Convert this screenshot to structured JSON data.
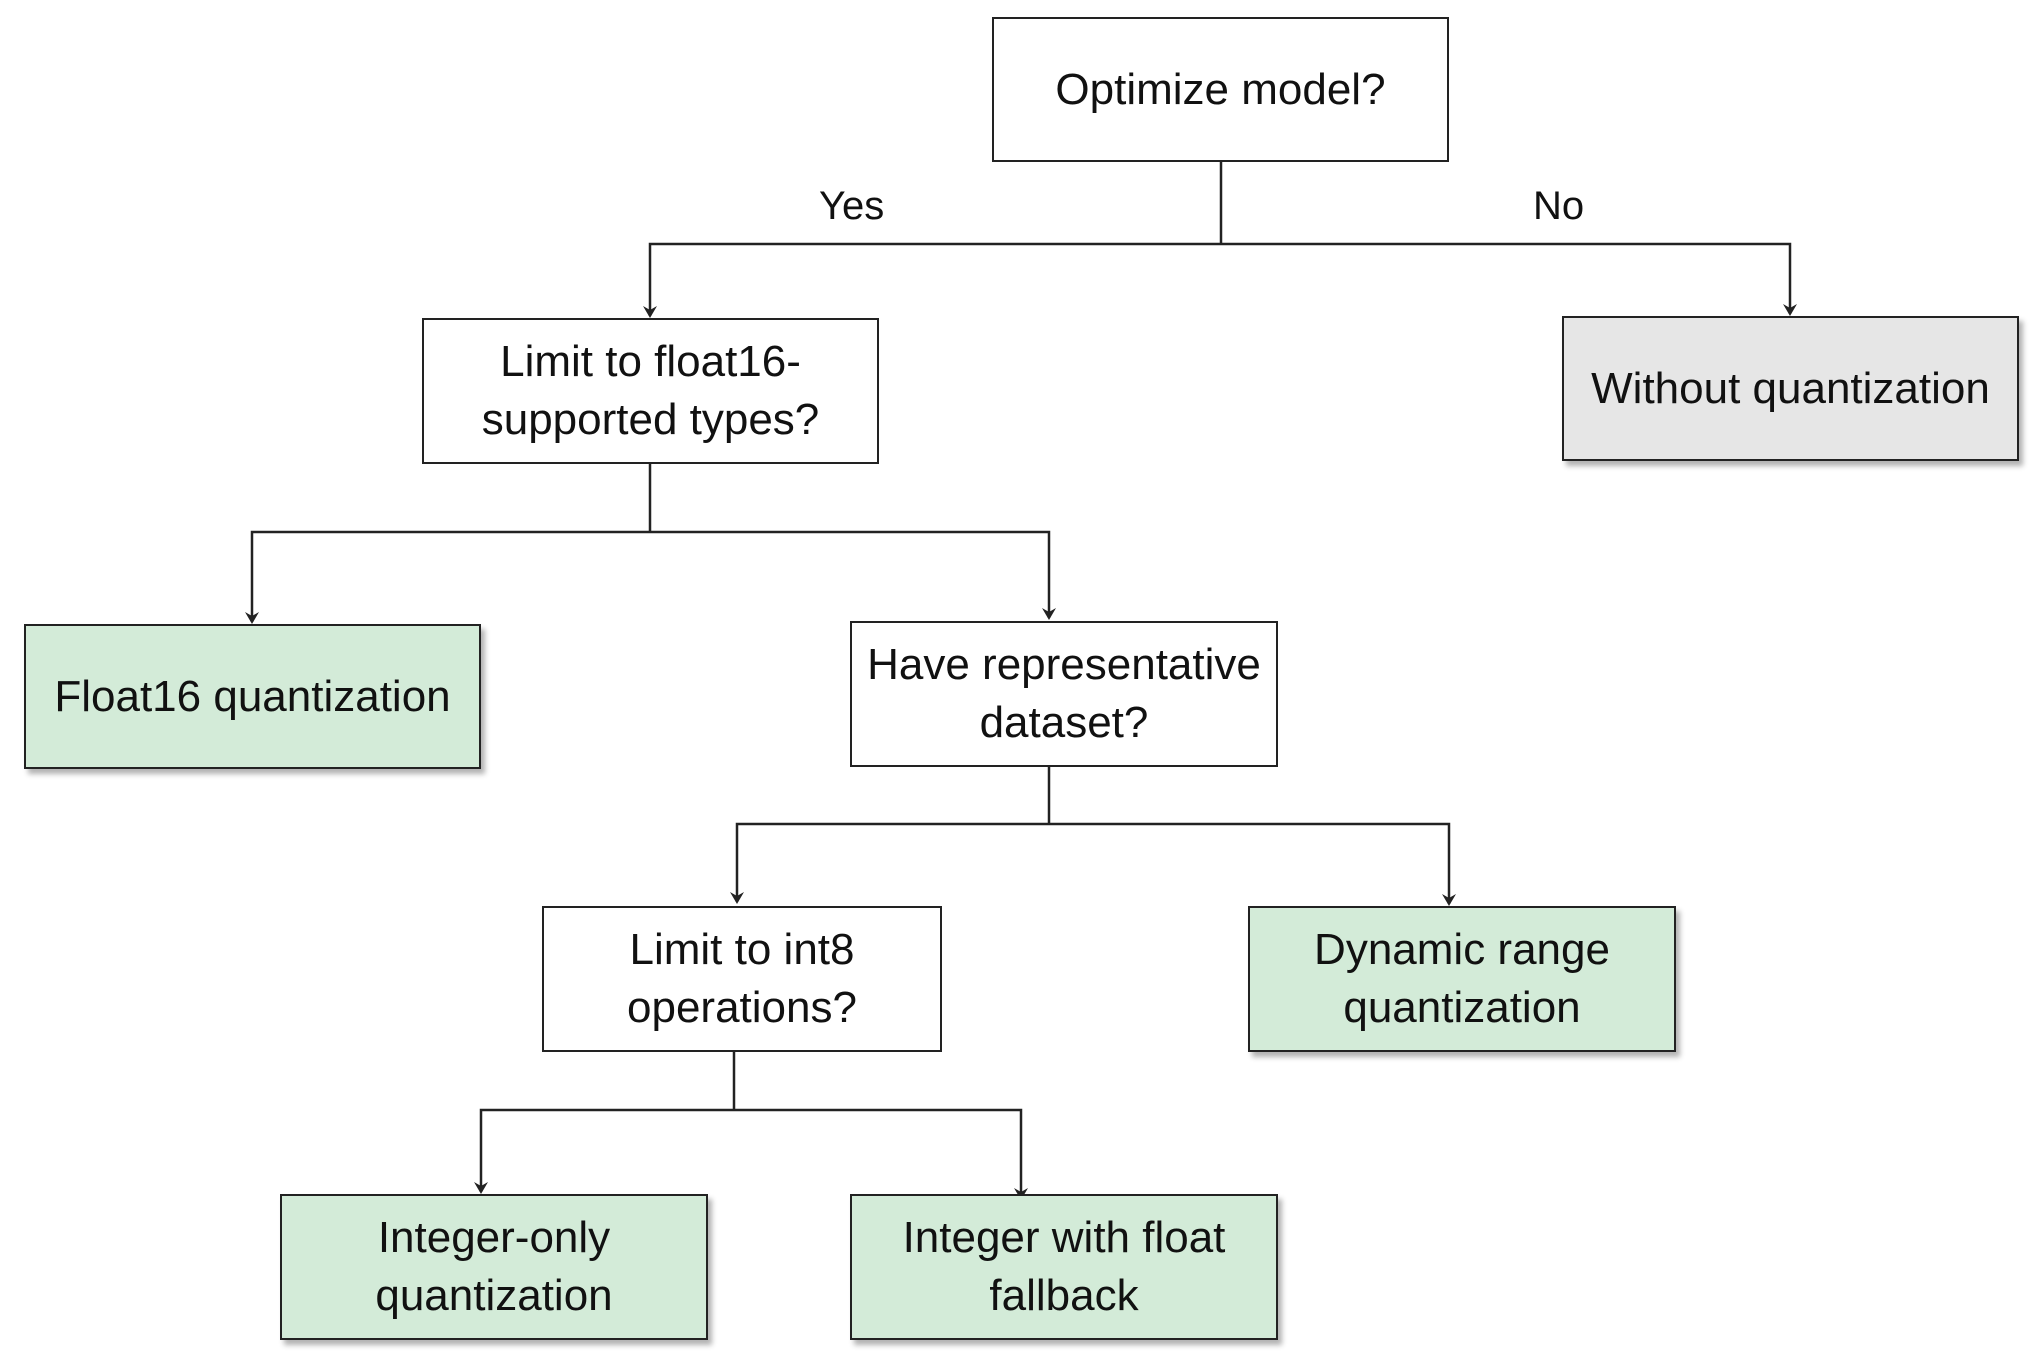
{
  "colors": {
    "decision_fill": "#ffffff",
    "result_fill": "#d3ebd8",
    "neutral_fill": "#e6e6e6",
    "stroke": "#222222"
  },
  "nodes": {
    "optimize": {
      "text": "Optimize model?",
      "kind": "decision"
    },
    "float16_limit": {
      "text": "Limit to float16-\nsupported types?",
      "kind": "decision"
    },
    "without_quant": {
      "text": "Without quantization",
      "kind": "neutral"
    },
    "float16_quant": {
      "text": "Float16 quantization",
      "kind": "result"
    },
    "rep_dataset": {
      "text": "Have representative\ndataset?",
      "kind": "decision"
    },
    "int8_limit": {
      "text": "Limit to int8\noperations?",
      "kind": "decision"
    },
    "dynamic_range": {
      "text": "Dynamic range\nquantization",
      "kind": "result"
    },
    "integer_only": {
      "text": "Integer-only\nquantization",
      "kind": "result"
    },
    "integer_float_fallback": {
      "text": "Integer with float\nfallback",
      "kind": "result"
    }
  },
  "edge_labels": {
    "yes": "Yes",
    "no": "No"
  }
}
